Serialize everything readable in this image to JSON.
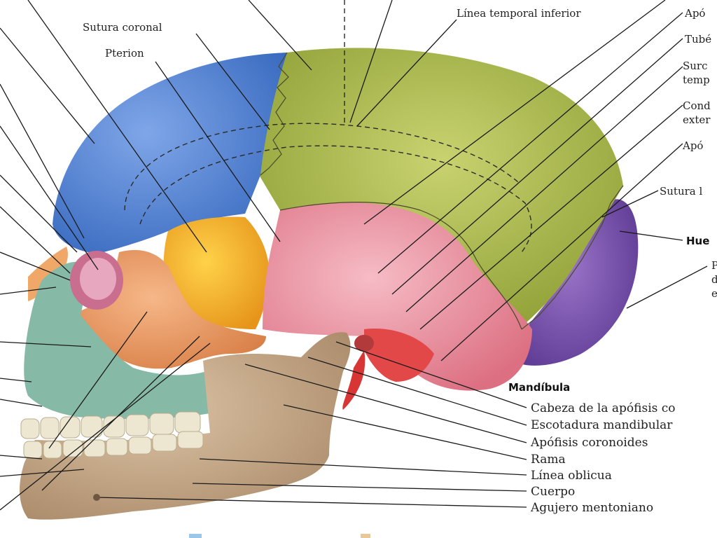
{
  "labels": {
    "sutura_coronal": "Sutura coronal",
    "pterion": "Pterion",
    "linea_temporal_inferior": "Línea temporal inferior",
    "apofisis_top": "Apó",
    "tuberculo": "Tubé",
    "surco_1": "Surc",
    "surco_2": "temp",
    "condilo_1": "Cond",
    "condilo_2": "exter",
    "apofisis_mid": "Apó",
    "sutura_lambdoidea": "Sutura l",
    "hueso": "Hue",
    "right_frag_1": "P",
    "right_frag_2": "d",
    "right_frag_3": "e"
  },
  "mandibula": {
    "heading": "Mandíbula",
    "items": [
      "Cabeza de la apófisis co",
      "Escotadura mandibular",
      "Apófisis coronoides",
      "Rama",
      "Línea oblicua",
      "Cuerpo",
      "Agujero mentoniano"
    ]
  },
  "colors": {
    "frontal": "#4f7fcf",
    "parietal": "#a9b84a",
    "temporal": "#ea9aa6",
    "occipital": "#7a4fae",
    "sphenoid": "#f2b428",
    "zygomatic": "#e89a6a",
    "maxilla": "#7fb3a0",
    "mandible": "#c7a98a",
    "teeth": "#ece7d4"
  }
}
